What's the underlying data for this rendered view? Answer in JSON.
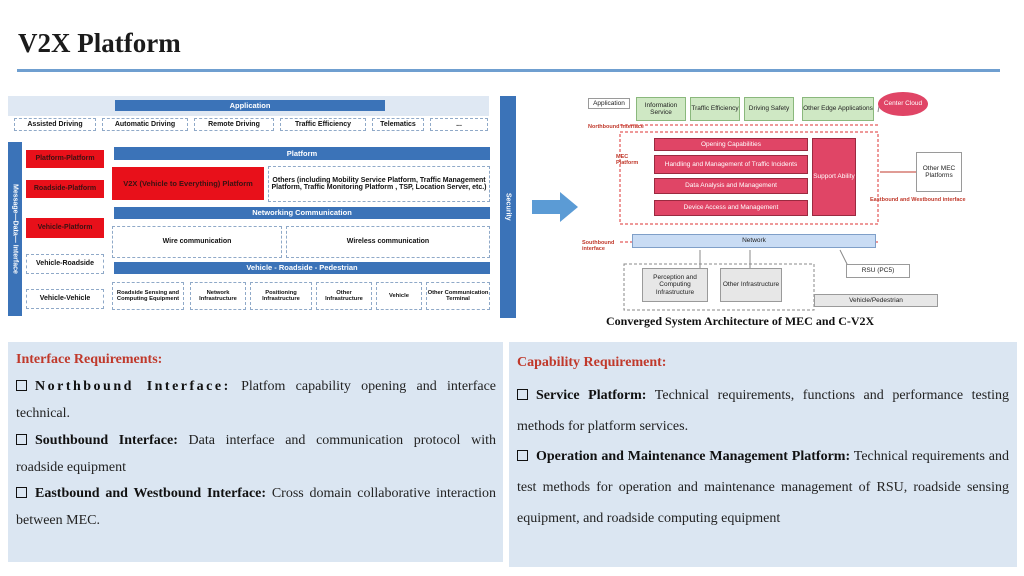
{
  "title": "V2X Platform",
  "left_diagram": {
    "application": "Application",
    "app_items": [
      "Assisted Driving",
      "Automatic Driving",
      "Remote Driving",
      "Traffic Efficiency",
      "Telematics",
      "..."
    ],
    "side_left": "Message—Data— Interface",
    "side_right": "Security",
    "platform": "Platform",
    "red_items": [
      "Platform-Platform",
      "Roadside-Platform",
      "Vehicle-Platform"
    ],
    "white_items": [
      "Vehicle-Roadside",
      "Vehicle-Vehicle"
    ],
    "v2x_box": "V2X (Vehicle to Everything) Platform",
    "others_box": "Others (including Mobility Service Platform, Traffic Management Platform, Traffic Monitoring Platform , TSP, Location Server, etc.)",
    "networking": "Networking Communication",
    "wire": "Wire communication",
    "wireless": "Wireless communication",
    "vrp": "Vehicle - Roadside - Pedestrian",
    "bottom_items": [
      "Roadside Sensing and Computing Equipment",
      "Network Infrastructure",
      "Positioning Infrastructure",
      "Other Infrastructure",
      "Vehicle",
      "Other Communication Terminal"
    ]
  },
  "right_diagram": {
    "application": "Application",
    "top_items": [
      "Information Service",
      "Traffic Efficiency",
      "Driving Safety",
      "Other Edge Applications"
    ],
    "center_cloud": "Center Cloud",
    "northbound": "Northbound interface",
    "mec_platform": "MEC Platform",
    "capabilities": [
      "Opening Capabilities",
      "Handling and Management of Traffic Incidents",
      "Data Analysis and Management",
      "Device Access and Management"
    ],
    "support": "Support Ability",
    "other_mec": "Other MEC Platforms",
    "eastwest": "Eastbound and Westbound interface",
    "southbound": "Southbound interface",
    "network": "Network",
    "perception": "Perception and Computing Infrastructure",
    "other_infra": "Other Infrastructure",
    "rsu": "RSU (PC5)",
    "vehicle_ped": "Vehicle/Pedestrian",
    "caption": "Converged System Architecture of MEC and C-V2X"
  },
  "interface_req": {
    "heading": "Interface Requirements:",
    "items": [
      {
        "label": "Northbound Interface:",
        "text": " Platfom capability opening and interface technical."
      },
      {
        "label": "Southbound Interface:",
        "text": " Data interface and communication protocol with roadside equipment"
      },
      {
        "label": "Eastbound and Westbound  Interface:",
        "text": " Cross domain collaborative interaction between MEC."
      }
    ]
  },
  "capability_req": {
    "heading": "Capability Requirement:",
    "items": [
      {
        "label": "Service Platform:",
        "text": " Technical requirements, functions and performance testing methods for platform services."
      },
      {
        "label": "Operation and Maintenance Management Platform:",
        "text": " Technical requirements and test methods for operation and maintenance management of RSU, roadside sensing equipment, and roadside computing equipment"
      }
    ]
  },
  "colors": {
    "accent_blue": "#3b73b8",
    "red_heading": "#c0392b",
    "panel_bg": "#dbe6f2",
    "mec_pink": "#e04566"
  }
}
